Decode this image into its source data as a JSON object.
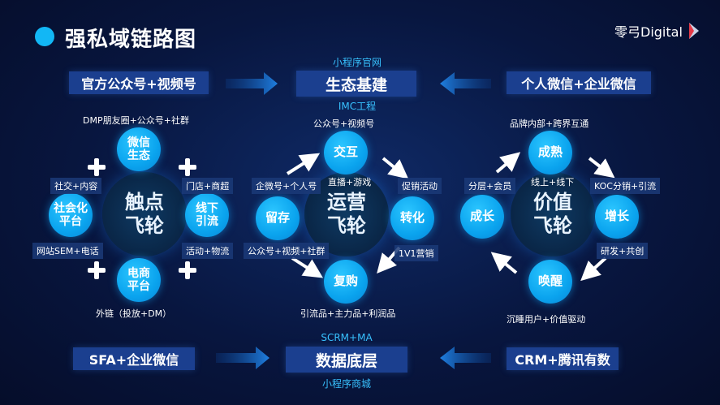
{
  "title": "强私域链路图",
  "logo": {
    "text": "零弓Digital"
  },
  "top": {
    "left_box": "官方公众号+视频号",
    "center_box": "生态基建",
    "center_top_caption": "小程序官网",
    "center_bottom_caption": "IMC工程",
    "right_box": "个人微信+企业微信"
  },
  "bottom": {
    "left_box": "SFA+企业微信",
    "center_box": "数据底层",
    "center_top_caption": "SCRM+MA",
    "center_bottom_caption": "小程序商城",
    "right_box": "CRM+腾讯有数"
  },
  "wheel1": {
    "center": [
      "触点",
      "飞轮"
    ],
    "top": [
      "微信",
      "生态"
    ],
    "left": [
      "社会化",
      "平台"
    ],
    "right": [
      "线下",
      "引流"
    ],
    "bottom": [
      "电商",
      "平台"
    ],
    "top_label": "DMP朋友圈+公众号+社群",
    "left_top_label": "社交+内容",
    "left_bottom_label": "网站SEM+电话",
    "right_top_label": "门店+商超",
    "right_bottom_label": "活动+物流",
    "bottom_label": "外链（投放+DM）"
  },
  "wheel2": {
    "center": [
      "运营",
      "飞轮"
    ],
    "top": "交互",
    "left": "留存",
    "right": "转化",
    "bottom": "复购",
    "top_label": "公众号+视频号",
    "top_sub_label": "直播+游戏",
    "left_top_label": "企微号+个人号",
    "left_bottom_label": "公众号+视频+社群",
    "right_top_label": "促销活动",
    "right_bottom_label": "1V1营销",
    "bottom_label": "引流品+主力品+利润品"
  },
  "wheel3": {
    "center": [
      "价值",
      "飞轮"
    ],
    "top": "成熟",
    "left": "成长",
    "right": "增长",
    "bottom": "唤醒",
    "top_label": "品牌内部+跨界互通",
    "top_sub_label": "线上+线下",
    "left_top_label": "分层+会员",
    "right_top_label": "KOC分销+引流",
    "right_bottom_label": "研发+共创",
    "bottom_label": "沉睡用户+价值驱动"
  }
}
